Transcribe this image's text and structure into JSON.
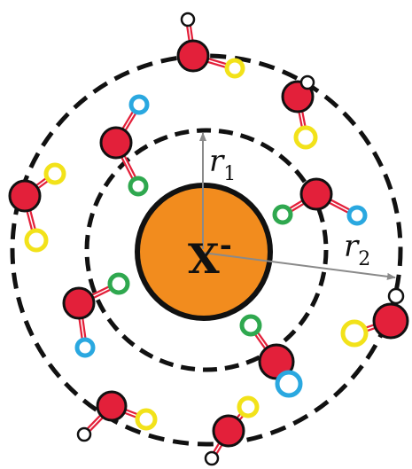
{
  "diagram": {
    "ion": {
      "symbol": "X",
      "charge": "-",
      "fill": "#f28c1e"
    },
    "radii": {
      "r1": {
        "letter": "r",
        "subscript": "1"
      },
      "r2": {
        "letter": "r",
        "subscript": "2"
      }
    },
    "colors": {
      "oxygen": "#e3203a",
      "bond": "#e3203a",
      "shell_line": "#111111",
      "h_inner_bonded": "#2fa84f",
      "h_inner_free": "#2aa8e0",
      "h_outer_bonded": "#f2e21a",
      "h_outer_free": "#ffffff"
    }
  }
}
